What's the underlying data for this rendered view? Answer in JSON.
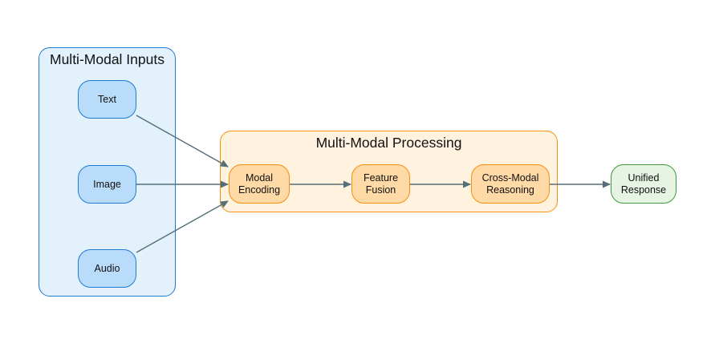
{
  "clusters": {
    "inputs": {
      "title": "Multi-Modal Inputs"
    },
    "processing": {
      "title": "Multi-Modal Processing"
    }
  },
  "nodes": {
    "text": "Text",
    "image": "Image",
    "audio": "Audio",
    "modal_encoding": "Modal\nEncoding",
    "feature_fusion": "Feature\nFusion",
    "cross_modal_reasoning": "Cross-Modal\nReasoning",
    "unified_response": "Unified\nResponse"
  },
  "colors": {
    "inputs_fill": "#e3f1fc",
    "inputs_border": "#1f7bd1",
    "processing_fill": "#fff2df",
    "processing_border": "#f5900f",
    "output_fill": "#e6f4e4",
    "output_border": "#3f9a3a",
    "edge": "#546e7a"
  },
  "edges": [
    {
      "from": "text",
      "to": "modal_encoding"
    },
    {
      "from": "image",
      "to": "modal_encoding"
    },
    {
      "from": "audio",
      "to": "modal_encoding"
    },
    {
      "from": "modal_encoding",
      "to": "feature_fusion"
    },
    {
      "from": "feature_fusion",
      "to": "cross_modal_reasoning"
    },
    {
      "from": "cross_modal_reasoning",
      "to": "unified_response"
    }
  ]
}
